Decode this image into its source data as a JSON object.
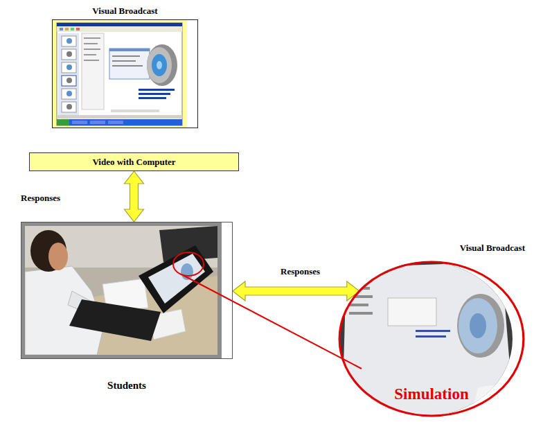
{
  "diagram": {
    "nodes": [
      {
        "text": [
          "Visual Broadcast"
        ]
      },
      {
        "text": [
          "Video with Computer"
        ]
      },
      {
        "text": [
          "Students"
        ]
      },
      {
        "text": [
          "Visual Broadcast",
          "Simulation"
        ]
      }
    ],
    "edges": [
      {
        "from": 1,
        "to": 2,
        "label": "Responses",
        "arrow": "both"
      },
      {
        "from": 2,
        "to": 3,
        "label": "Responses",
        "arrow": "both"
      }
    ]
  }
}
